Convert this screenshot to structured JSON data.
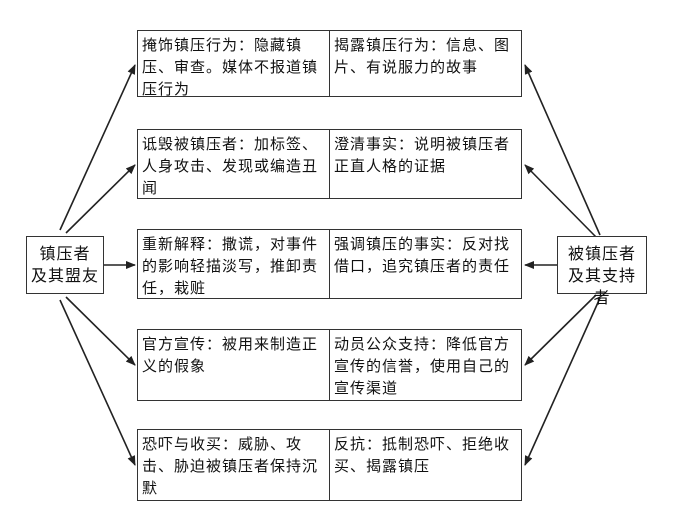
{
  "left_actor": {
    "line1": "镇压者",
    "line2": "及其盟友"
  },
  "right_actor": {
    "line1": "被镇压者",
    "line2": "及其支持者"
  },
  "rows": [
    {
      "left": "掩饰镇压行为：隐藏镇压、审查。媒体不报道镇压行为",
      "right": "揭露镇压行为：信息、图片、有说服力的故事"
    },
    {
      "left": "诋毁被镇压者：加标签、人身攻击、发现或编造丑闻",
      "right": "澄清事实：说明被镇压者正直人格的证据"
    },
    {
      "left": "重新解释：撒谎，对事件的影响轻描淡写，推卸责任，栽赃",
      "right": "强调镇压的事实：反对找借口，追究镇压者的责任"
    },
    {
      "left": "官方宣传：被用来制造正义的假象",
      "right": "动员公众支持：降低官方宣传的信誉，使用自己的宣传渠道"
    },
    {
      "left": "恐吓与收买：威胁、攻击、胁迫被镇压者保持沉默",
      "right": "反抗：抵制恐吓、拒绝收买、揭露镇压"
    }
  ]
}
